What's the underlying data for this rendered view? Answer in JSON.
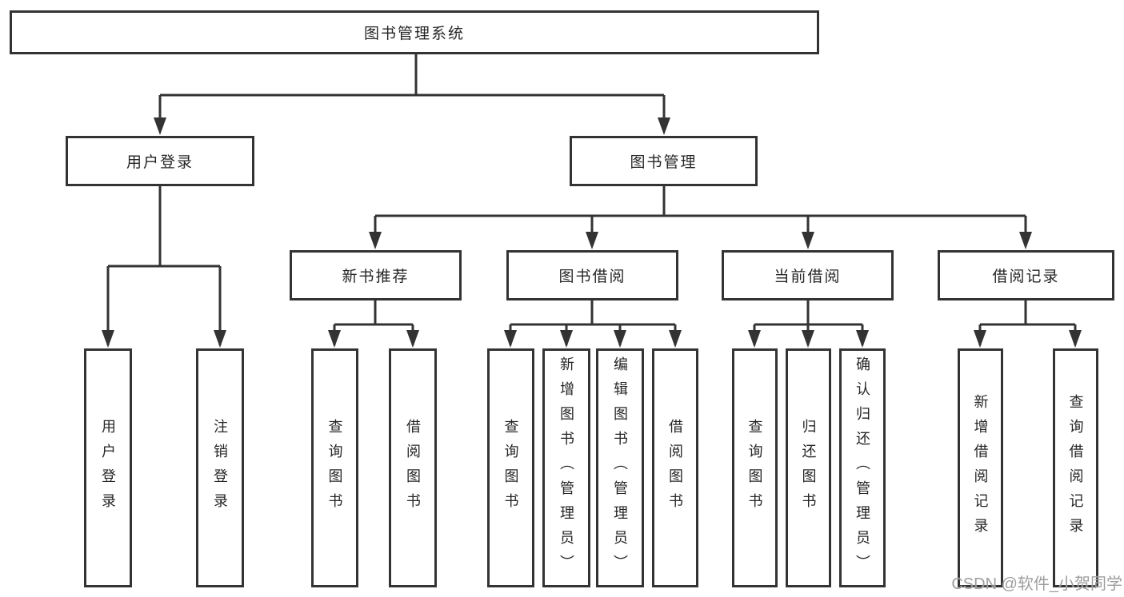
{
  "diagram": {
    "root": {
      "label": "图书管理系统"
    },
    "level2": [
      {
        "label": "用户登录",
        "children": [
          {
            "label": "用户登录"
          },
          {
            "label": "注销登录"
          }
        ]
      },
      {
        "label": "图书管理",
        "children": [
          {
            "label": "新书推荐",
            "children": [
              {
                "label": "查询图书"
              },
              {
                "label": "借阅图书"
              }
            ]
          },
          {
            "label": "图书借阅",
            "children": [
              {
                "label": "查询图书"
              },
              {
                "label": "新增图书（管理员）"
              },
              {
                "label": "编辑图书（管理员）"
              },
              {
                "label": "借阅图书"
              }
            ]
          },
          {
            "label": "当前借阅",
            "children": [
              {
                "label": "查询图书"
              },
              {
                "label": "归还图书"
              },
              {
                "label": "确认归还（管理员）"
              }
            ]
          },
          {
            "label": "借阅记录",
            "children": [
              {
                "label": "新增借阅记录"
              },
              {
                "label": "查询借阅记录"
              }
            ]
          }
        ]
      }
    ]
  },
  "watermark": "CSDN @软件_小贺同学",
  "colors": {
    "line": "#333333",
    "box_border": "#333333",
    "box_bg": "#ffffff",
    "text": "#262626",
    "watermark": "#999999"
  }
}
